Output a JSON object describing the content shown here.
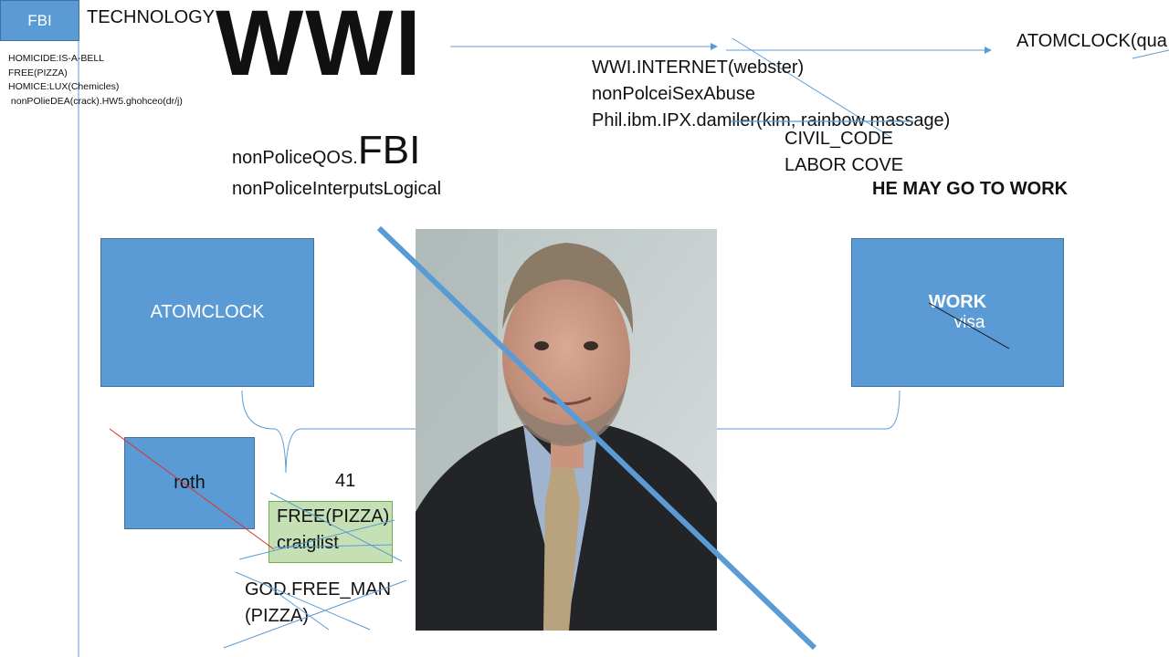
{
  "header": {
    "fbi_tab": "FBI",
    "technology": "TECHNOLOGY",
    "title": "WWI",
    "atomclock_right": "ATOMCLOCK(qua"
  },
  "left_list": [
    "HOMICIDE:IS-A-BELL",
    "FREE(PIZZA)",
    "HOMICE:LUX(Chemicles)",
    " nonPOlieDEA(crack).HW5.ghohceo(dr/j)"
  ],
  "right_list": [
    "WWI.INTERNET(webster)",
    "nonPolceiSexAbuse",
    "Phil.ibm.IPX.damiler(kim, rainbow massage)"
  ],
  "codes": [
    "CIVIL_CODE",
    "LABOR COVE"
  ],
  "work_note": "HE MAY GO TO WORK",
  "qos": {
    "prefix": "nonPoliceQOS.",
    "suffix": "FBI"
  },
  "interrupts": "nonPoliceInterputsLogical",
  "boxes": {
    "atomclock": "ATOMCLOCK",
    "work": "WORK",
    "visa": "visa",
    "roth": "roth",
    "number": "41",
    "pizza_lines": [
      "FREE(PIZZA)",
      "craiglist"
    ]
  },
  "god_lines": [
    "GOD.FREE_MAN",
    "(PIZZA)"
  ],
  "colors": {
    "box_fill": "#5b9bd5",
    "box_border": "#41719c",
    "pizza_fill": "#c5e0b4",
    "line": "#5b9bd5",
    "cross_red": "#e03030"
  }
}
